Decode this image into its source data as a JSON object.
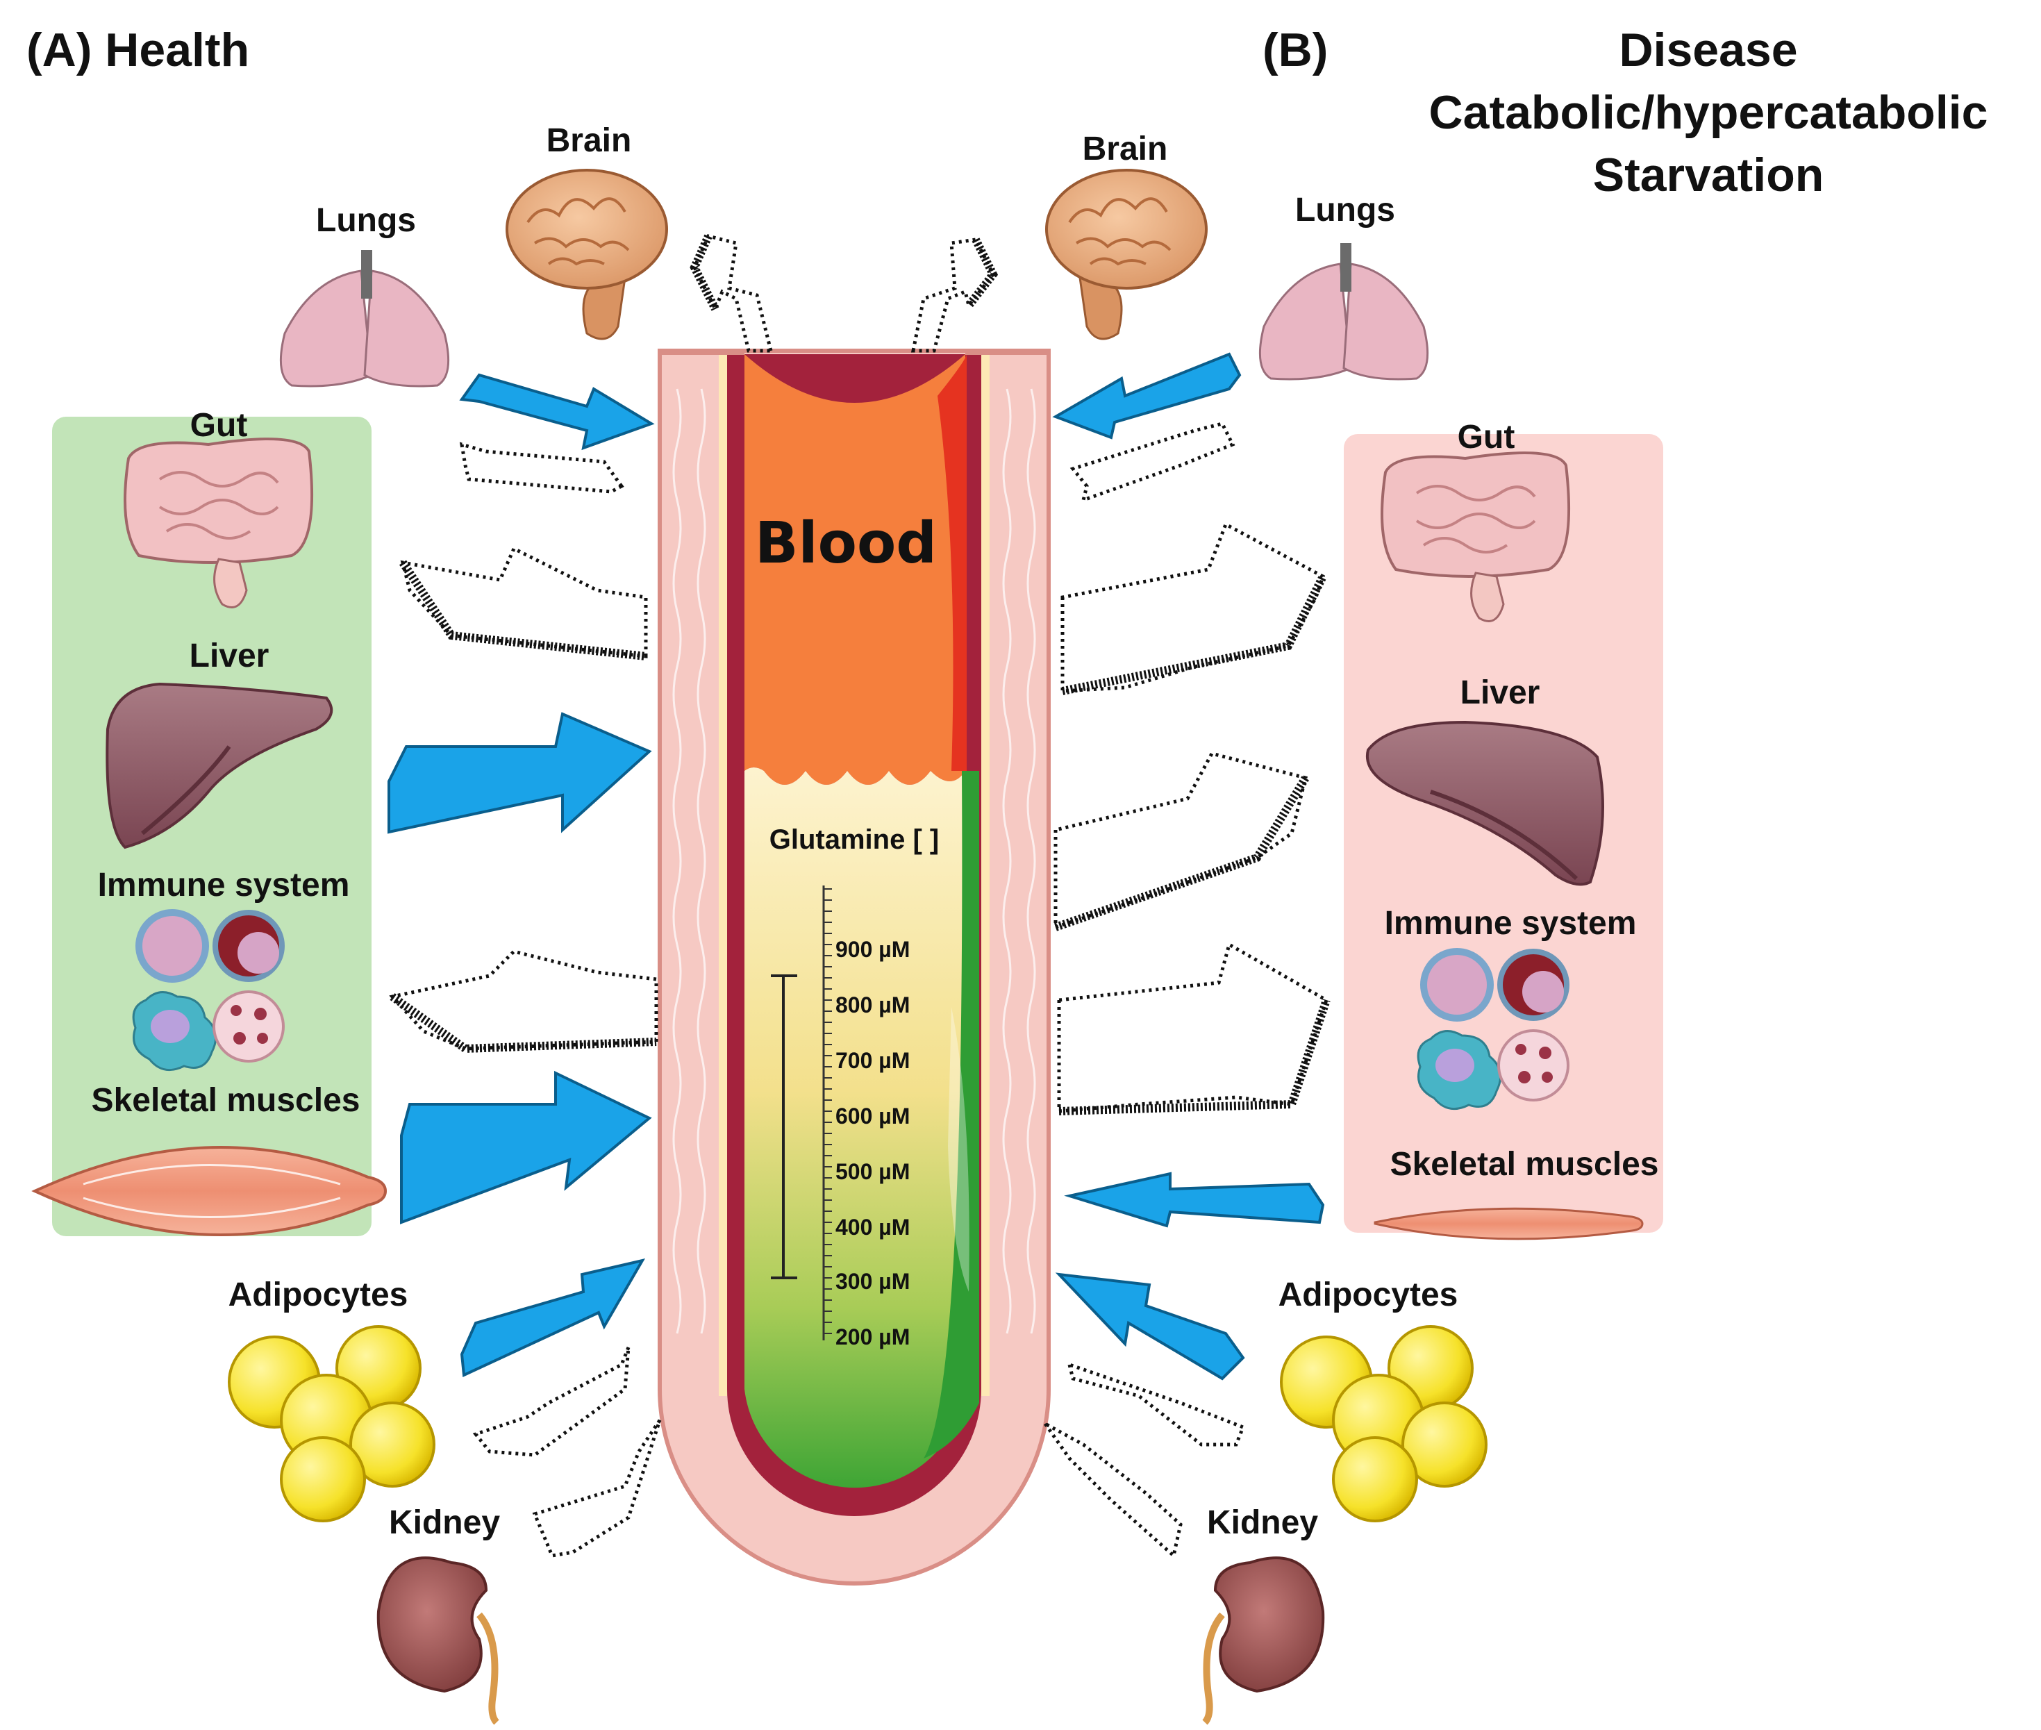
{
  "panel_a": {
    "title": "(A) Health",
    "highlight_color": "#bfe3b4",
    "organs": {
      "brain": "Brain",
      "lungs": "Lungs",
      "gut": "Gut",
      "liver": "Liver",
      "immune": "Immune system",
      "muscle": "Skeletal muscles",
      "adipocytes": "Adipocytes",
      "kidney": "Kidney"
    }
  },
  "panel_b": {
    "title": "(B)",
    "condition_lines": [
      "Disease",
      "Catabolic/hypercatabolic",
      "Starvation"
    ],
    "highlight_color": "#fbd3d0",
    "organs": {
      "brain": "Brain",
      "lungs": "Lungs",
      "gut": "Gut",
      "liver": "Liver",
      "immune": "Immune system",
      "muscle": "Skeletal muscles",
      "adipocytes": "Adipocytes",
      "kidney": "Kidney"
    }
  },
  "vessel": {
    "blood_label": "Blood",
    "glutamine_label": "Glutamine [ ]",
    "scale_ticks": [
      "900 µM",
      "800 µM",
      "700 µM",
      "600 µM",
      "500 µM",
      "400 µM",
      "300 µM",
      "200 µM"
    ],
    "normal_range_um": [
      300,
      850
    ],
    "colors": {
      "blood": "#f57f3d",
      "glutamine_top": "#fcefc0",
      "glutamine_bottom": "#4caf3a",
      "wall": "#f6c9c3"
    }
  },
  "arrows": {
    "flux_color": "#1aa3e8",
    "inactive_style": "dotted-outline"
  }
}
